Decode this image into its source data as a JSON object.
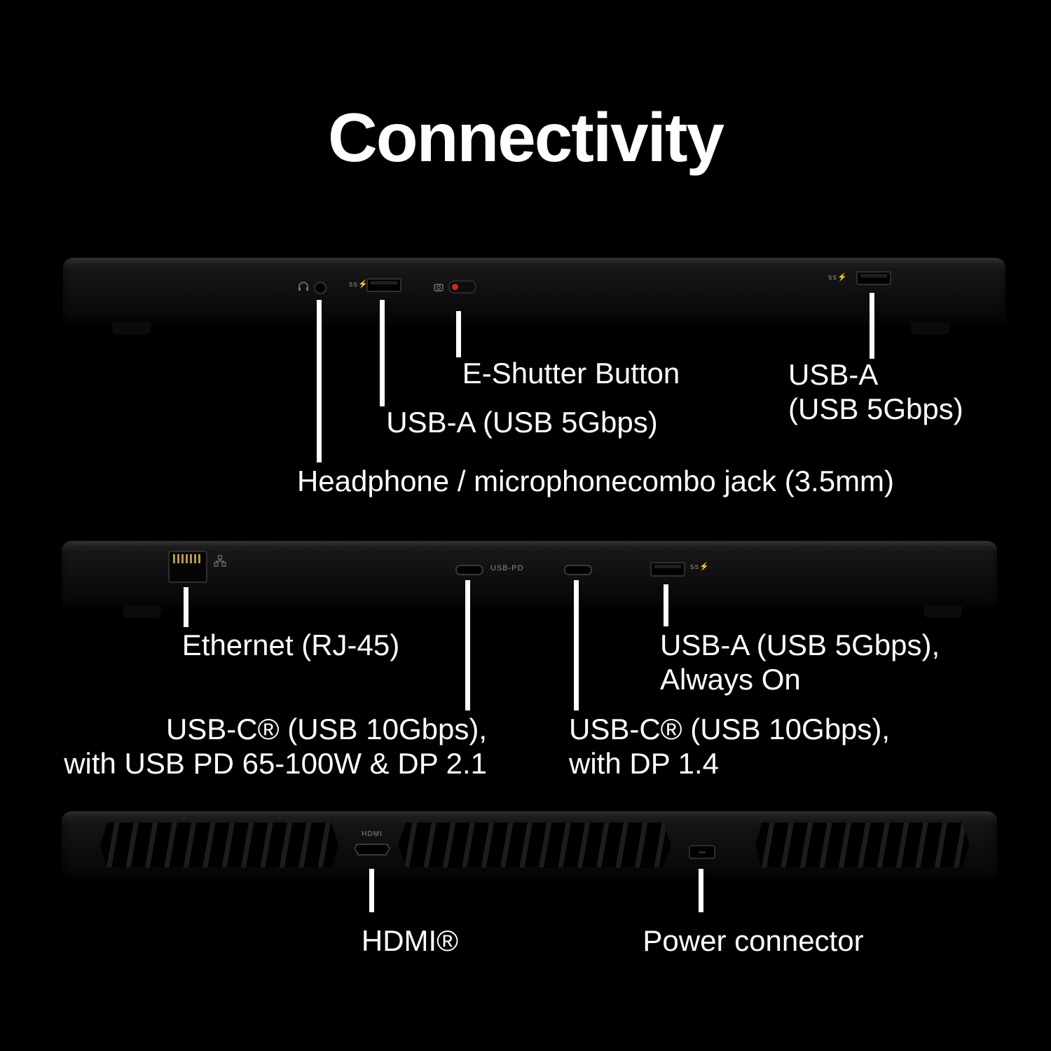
{
  "title": "Connectivity",
  "colors": {
    "background": "#000000",
    "text": "#ffffff",
    "callout_line": "#ffffff",
    "laptop_body": "#141414",
    "shutter_red": "#cc2a22",
    "ethernet_pins_gold": "#b99a45"
  },
  "side_right_view": {
    "callouts": {
      "e_shutter": "E-Shutter Button",
      "usb_a_front": "USB-A (USB 5Gbps)",
      "usb_a_rear_line1": "USB-A",
      "usb_a_rear_line2": "(USB 5Gbps)",
      "headphone": "Headphone / microphonecombo jack (3.5mm)"
    },
    "port_marks": {
      "usb_ss_front": "ss⚡",
      "usb_ss_rear": "ss⚡"
    }
  },
  "side_left_view": {
    "callouts": {
      "ethernet": "Ethernet (RJ-45)",
      "usb_a_always_line1": "USB-A (USB 5Gbps),",
      "usb_a_always_line2": "Always On",
      "usb_c_pd_line1": "USB-C® (USB 10Gbps),",
      "usb_c_pd_line2": "with USB PD 65-100W & DP 2.1",
      "usb_c_dp_line1": "USB-C® (USB 10Gbps),",
      "usb_c_dp_line2": "with DP 1.4"
    },
    "port_marks": {
      "usb_pd": "USB-PD",
      "usb_ss": "ss⚡"
    }
  },
  "rear_view": {
    "callouts": {
      "hdmi": "HDMI®",
      "power": "Power connector"
    },
    "port_marks": {
      "hdmi": "HDMI"
    }
  }
}
